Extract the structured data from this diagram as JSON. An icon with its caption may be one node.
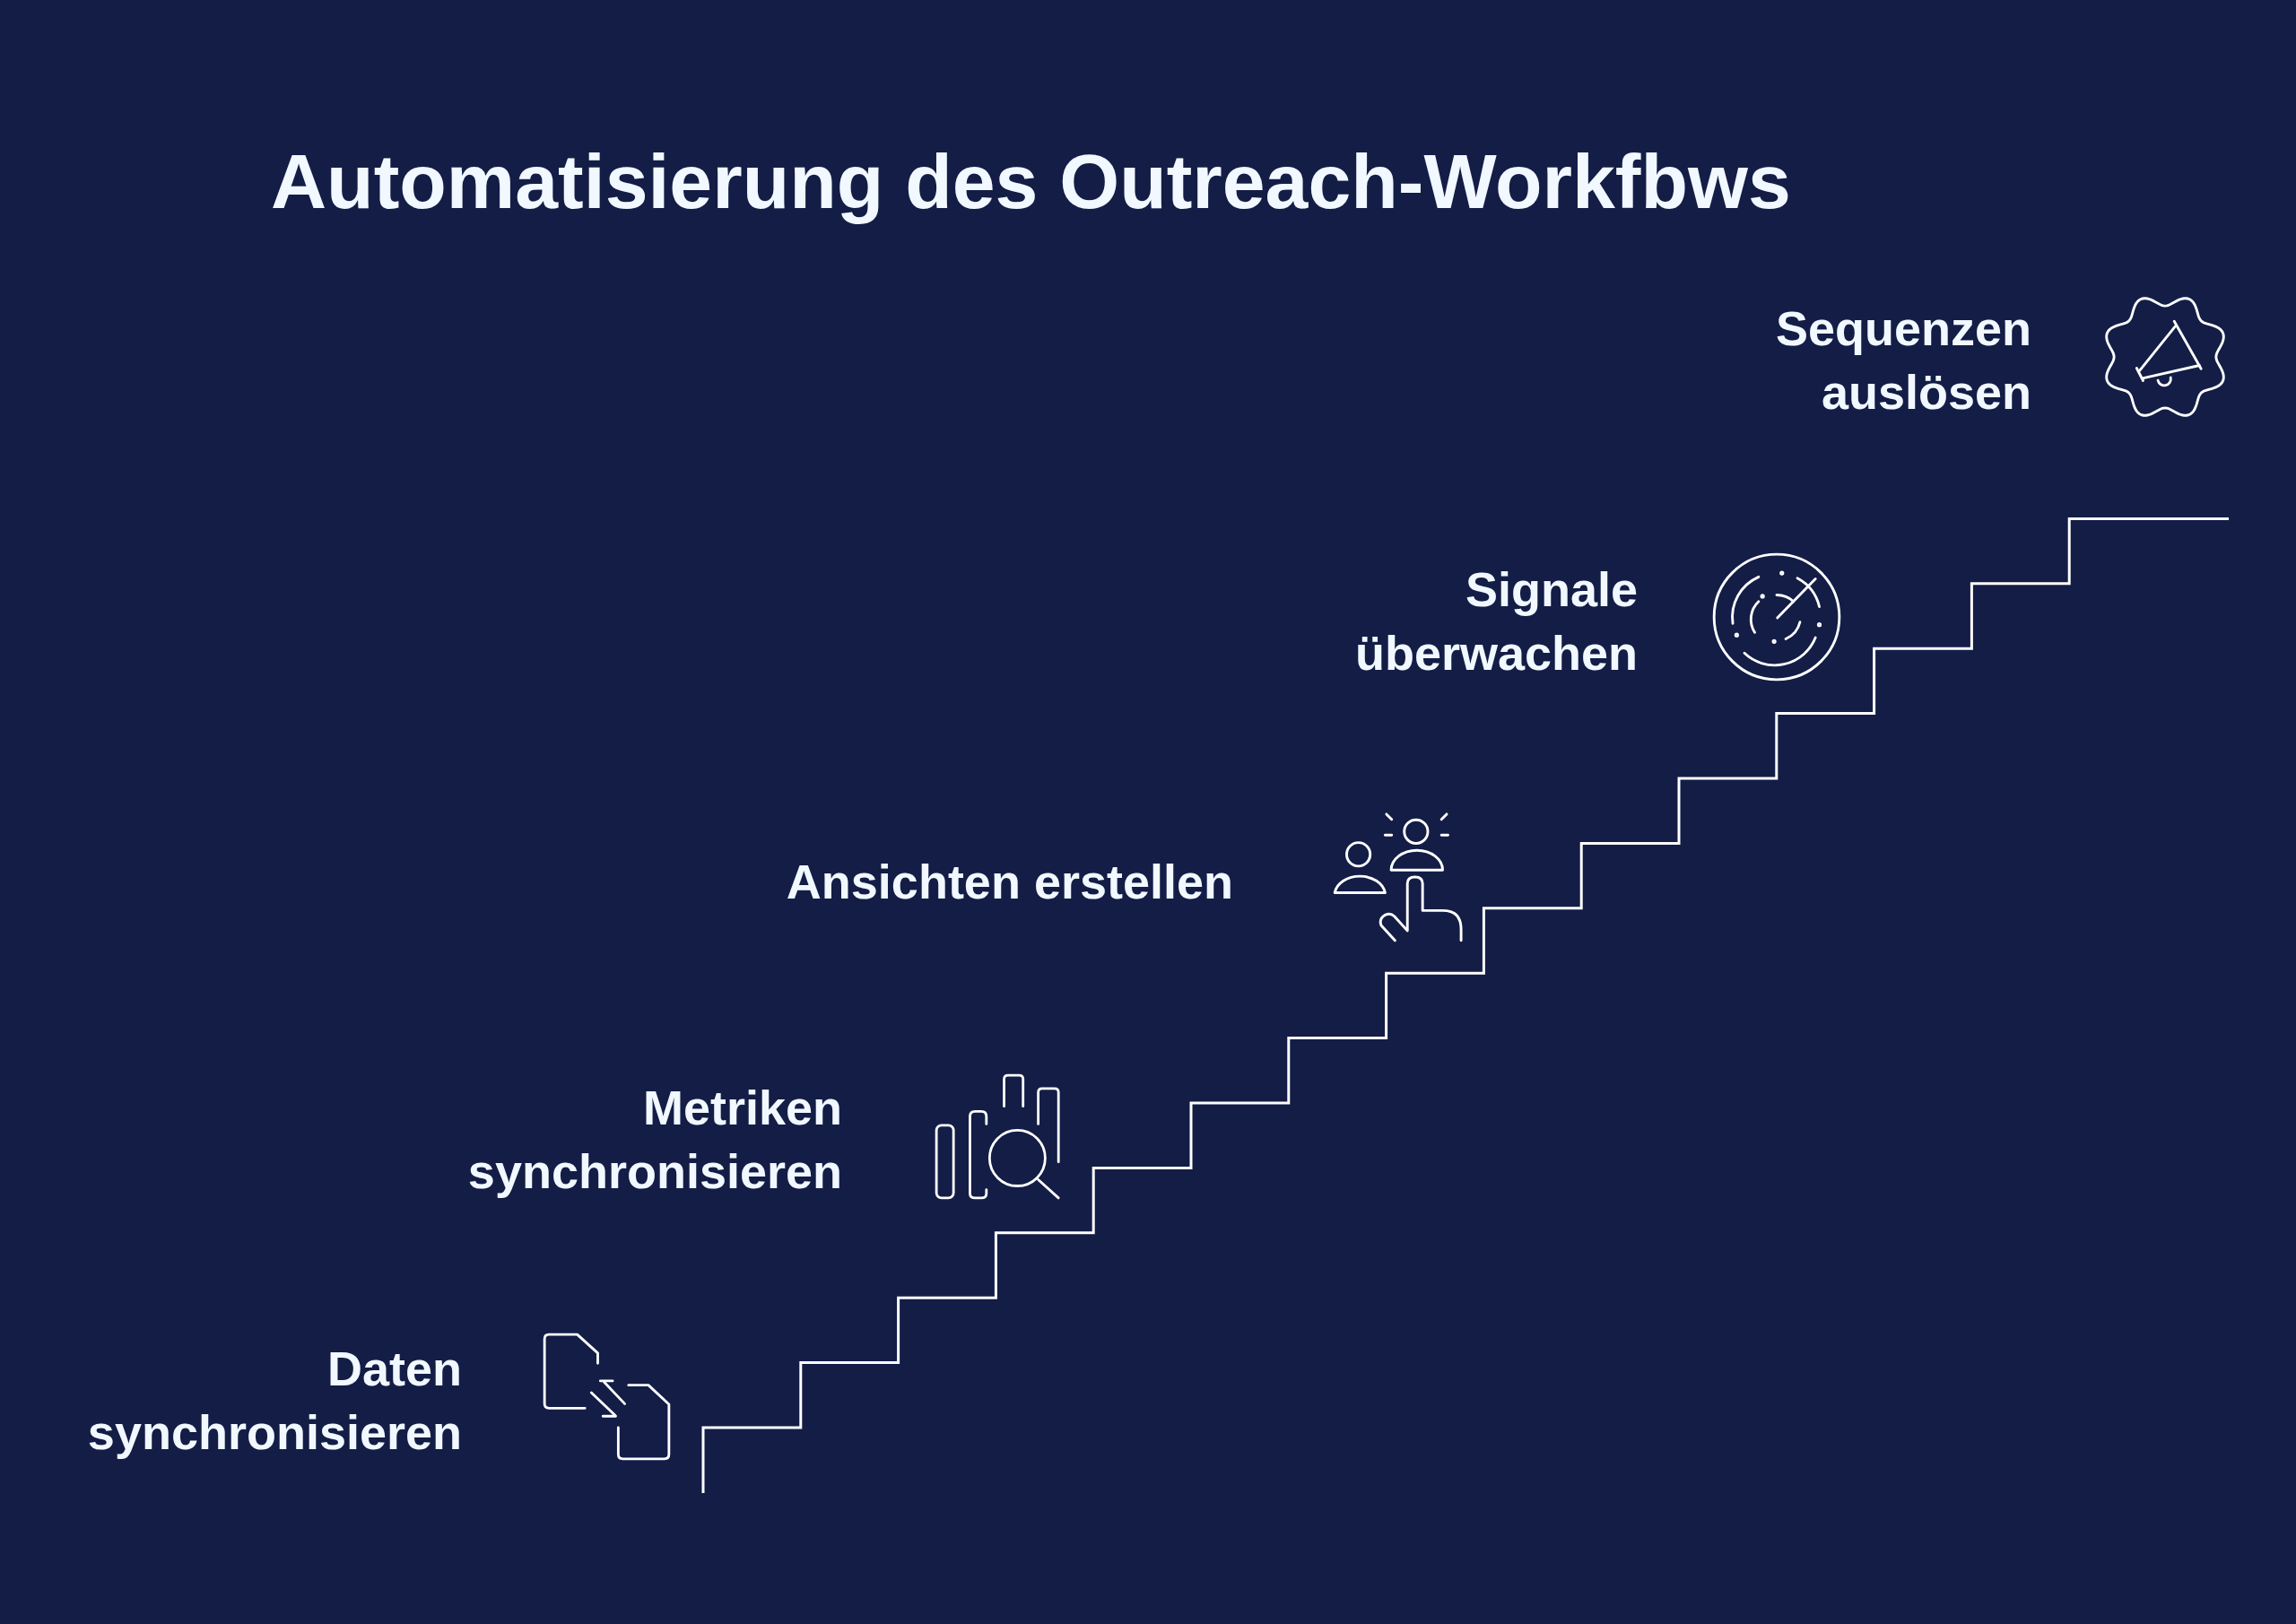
{
  "diagram": {
    "title": "Automatisierung des Outreach-Workfbws",
    "labels": [
      "Sequenzen auslösen",
      "Signale überwachen",
      "Ansichten erstellen",
      "Metriken synchronisieren",
      "Daten synchronisieren"
    ]
  }
}
